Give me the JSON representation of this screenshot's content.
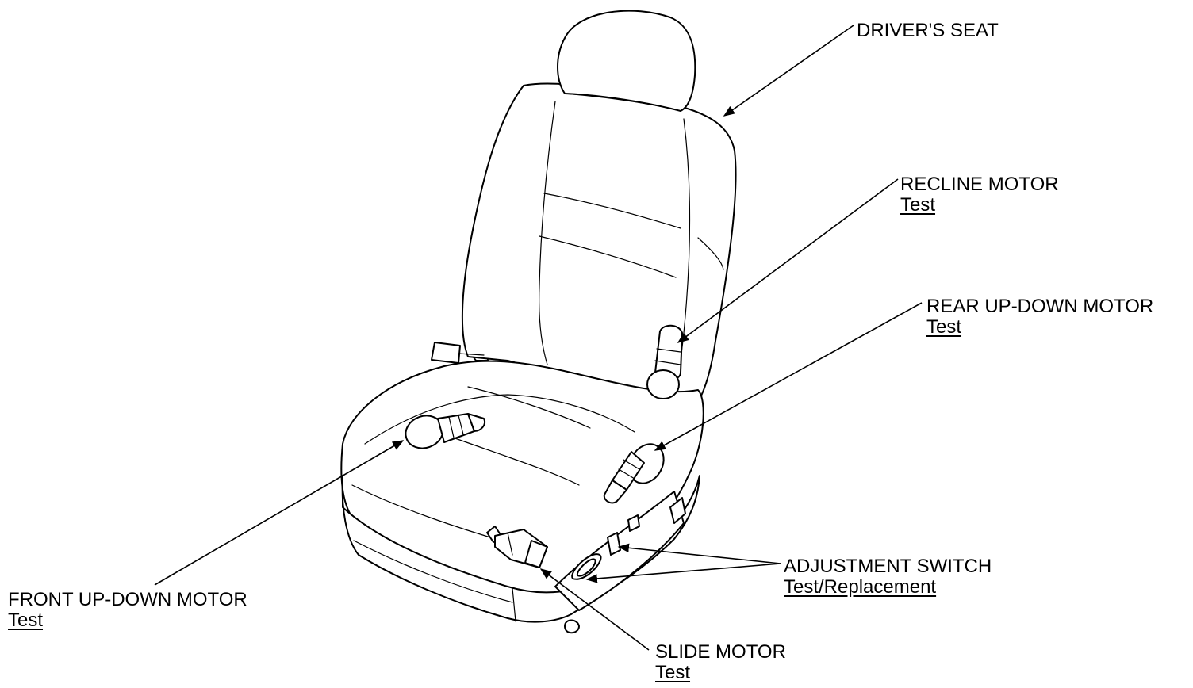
{
  "callouts": {
    "drivers_seat": {
      "label": "DRIVER'S SEAT"
    },
    "recline_motor": {
      "label": "RECLINE MOTOR",
      "link": "Test"
    },
    "rear_up_down_motor": {
      "label": "REAR UP-DOWN MOTOR",
      "link": "Test"
    },
    "adjustment_switch": {
      "label": "ADJUSTMENT SWITCH",
      "link": "Test/Replacement"
    },
    "front_up_down_motor": {
      "label": "FRONT UP-DOWN MOTOR",
      "link": "Test"
    },
    "slide_motor": {
      "label": "SLIDE MOTOR",
      "link": "Test"
    }
  }
}
